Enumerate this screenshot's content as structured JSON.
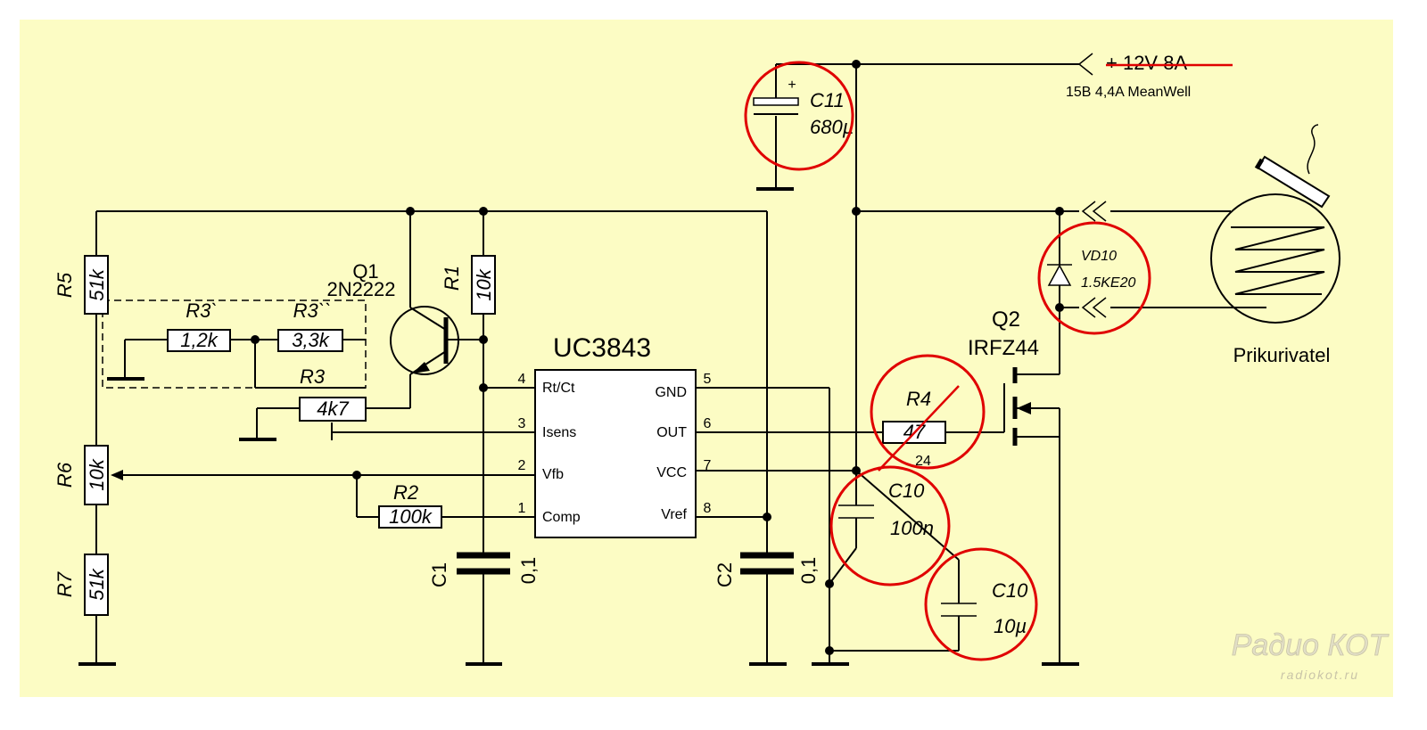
{
  "colors": {
    "background": "#fcfcc4",
    "wire": "#000000",
    "marker": "#e00000",
    "watermark": "#cfcbb3"
  },
  "power": {
    "label": "+ 12V 8A",
    "note": "15B 4,4A MeanWell"
  },
  "ic": {
    "name": "UC3843",
    "pins_left": [
      {
        "num": "4",
        "name": "Rt/Ct"
      },
      {
        "num": "3",
        "name": "Isens"
      },
      {
        "num": "2",
        "name": "Vfb"
      },
      {
        "num": "1",
        "name": "Comp"
      }
    ],
    "pins_right": [
      {
        "num": "5",
        "name": "GND"
      },
      {
        "num": "6",
        "name": "OUT"
      },
      {
        "num": "7",
        "name": "VCC"
      },
      {
        "num": "8",
        "name": "Vref"
      }
    ]
  },
  "components": {
    "r5": {
      "ref": "R5",
      "value": "51k"
    },
    "r6": {
      "ref": "R6",
      "value": "10k"
    },
    "r7": {
      "ref": "R7",
      "value": "51k"
    },
    "r1": {
      "ref": "R1",
      "value": "10k"
    },
    "r2": {
      "ref": "R2",
      "value": "100k"
    },
    "r3": {
      "ref": "R3",
      "value": "4k7"
    },
    "r3a": {
      "ref": "R3`",
      "value": "1,2k"
    },
    "r3b": {
      "ref": "R3``",
      "value": "3,3k"
    },
    "r4": {
      "ref": "R4",
      "value": "47",
      "note": "24"
    },
    "q1": {
      "ref": "Q1",
      "part": "2N2222"
    },
    "q2": {
      "ref": "Q2",
      "part": "IRFZ44"
    },
    "c1": {
      "ref": "C1",
      "value": "0,1"
    },
    "c2": {
      "ref": "C2",
      "value": "0,1"
    },
    "c10a": {
      "ref": "C10",
      "value": "100n"
    },
    "c10b": {
      "ref": "C10",
      "value": "10µ"
    },
    "c11": {
      "ref": "C11",
      "value": "680µ"
    },
    "vd10": {
      "ref": "VD10",
      "part": "1.5KE20"
    }
  },
  "load": {
    "label": "Prikurivatel"
  },
  "watermark": {
    "line1": "Радио КОТ",
    "line2": "radiokot.ru"
  }
}
